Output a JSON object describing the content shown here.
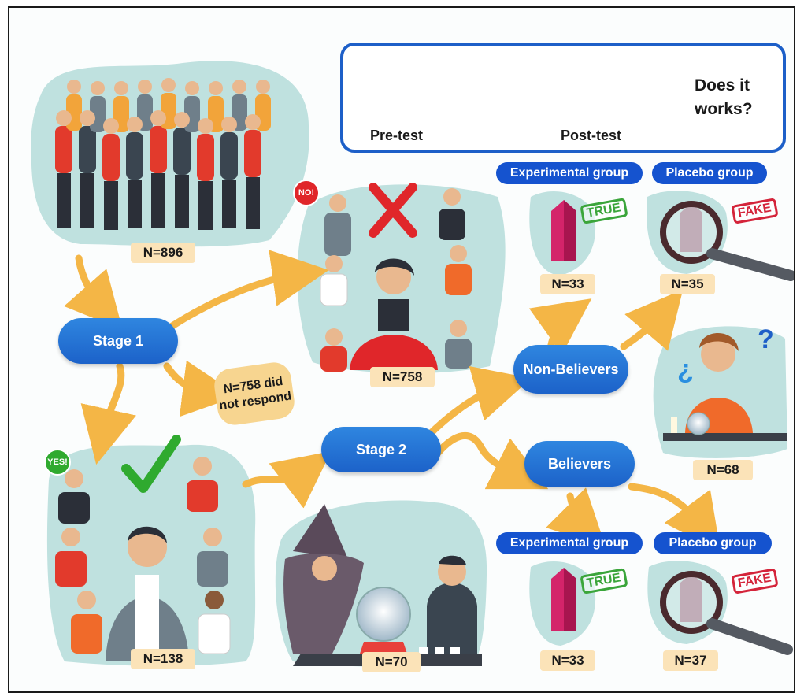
{
  "header": {
    "pre_test_label": "Pre-test",
    "post_test_label": "Post-test",
    "question": "Does it works?"
  },
  "population": {
    "count": "N=896"
  },
  "stage1": {
    "label": "Stage 1",
    "no_response_note": "N=758 did not respond",
    "declined_count": "N=758",
    "declined_sign": "NO!",
    "accepted_count": "N=138",
    "accepted_sign": "YES!"
  },
  "stage2": {
    "label": "Stage 2",
    "fortune_count": "N=70",
    "non_believers": {
      "label": "Non-Believers",
      "count": "N=68",
      "experimental": {
        "tag": "Experimental group",
        "stamp": "TRUE",
        "count": "N=33"
      },
      "placebo": {
        "tag": "Placebo group",
        "stamp": "FAKE",
        "count": "N=35"
      }
    },
    "believers": {
      "label": "Believers",
      "experimental": {
        "tag": "Experimental group",
        "stamp": "TRUE",
        "count": "N=33"
      },
      "placebo": {
        "tag": "Placebo group",
        "stamp": "FAKE",
        "count": "N=37"
      }
    }
  },
  "colors": {
    "pill_blue": "#1c62c9",
    "tag_blue": "#1553cf",
    "arrow_orange": "#f4b646",
    "blob_teal": "#bfe1df",
    "count_bg": "#fbe3b8",
    "true_green": "#3aa53a",
    "fake_red": "#d4243a",
    "cross_red": "#e0262a",
    "check_green": "#2faa2f"
  }
}
